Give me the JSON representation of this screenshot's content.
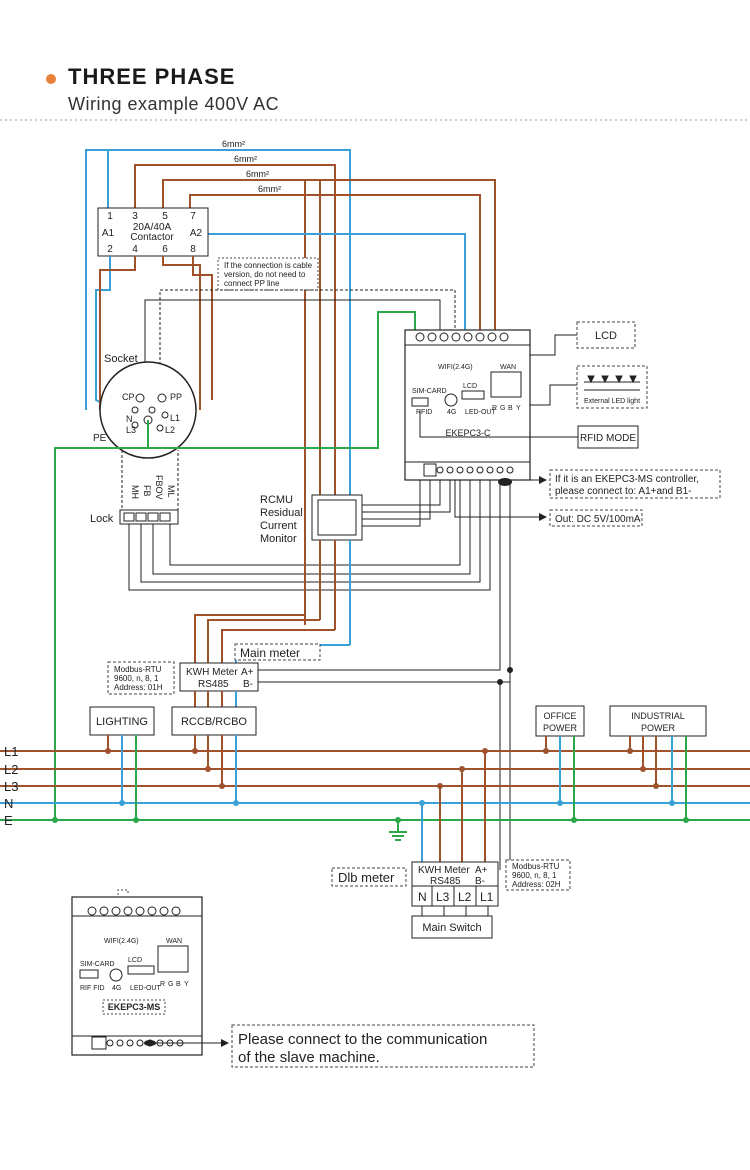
{
  "header": {
    "title": "THREE PHASE",
    "subtitle": "Wiring example 400V AC"
  },
  "colors": {
    "brown": "#a0522d",
    "blue": "#3aa0d8",
    "green": "#2aa84a",
    "black": "#222222",
    "accent": "#e8823a"
  },
  "cables": [
    "6mm²",
    "6mm²",
    "6mm²",
    "6mm²"
  ],
  "contactor": {
    "top_terminals": [
      "1",
      "3",
      "5",
      "7"
    ],
    "bottom_terminals": [
      "2",
      "4",
      "6",
      "8"
    ],
    "left_label": "A1",
    "right_label": "A2",
    "rating": "20A/40A",
    "name": "Contactor"
  },
  "pp_note": [
    "If the connection is cable",
    "version, do not need to",
    "connect PP line"
  ],
  "socket": {
    "label": "Socket",
    "pe": "PE",
    "pins": [
      "CP",
      "PP",
      "N",
      "L1",
      "L3",
      "L2"
    ]
  },
  "lock": {
    "label": "Lock",
    "pins": [
      "MH",
      "FB",
      "FBOV",
      "ML"
    ]
  },
  "rcmu": [
    "RCMU",
    "Residual",
    "Current",
    "Monitor"
  ],
  "controller": {
    "wifi": "WIFI(2.4G)",
    "wan": "WAN",
    "sim": "SIM-CARD",
    "lcd": "LCD",
    "g4": "4G",
    "rfid": "RFID",
    "led_out": "LED-OUT",
    "leds": [
      "R",
      "G",
      "B",
      "Y"
    ],
    "name": "EKEPC3-C"
  },
  "side_boxes": {
    "lcd": "LCD",
    "external_led": "External LED light",
    "rfid_mode": "RFID MODE"
  },
  "notes": {
    "ms_note": [
      "If it is an EKEPC3-MS controller,",
      "please connect to: A1+and B1-"
    ],
    "out_dc": "Out: DC 5V/100mA"
  },
  "main_meter": {
    "label": "Main meter",
    "line1": "KWH Meter",
    "line2": "RS485",
    "a": "A+",
    "b": "B-",
    "modbus": [
      "Modbus-RTU",
      "9600, n, 8, 1",
      "Address: 01H"
    ]
  },
  "loads": {
    "lighting": "LIGHTING",
    "rccb": "RCCB/RCBO",
    "office": [
      "OFFICE",
      "POWER"
    ],
    "industrial": [
      "INDUSTRIAL",
      "POWER"
    ]
  },
  "bus_labels": [
    "L1",
    "L2",
    "L3",
    "N",
    "E"
  ],
  "dlb_meter": {
    "label": "Dlb meter",
    "line1": "KWH Meter",
    "line2": "RS485",
    "a": "A+",
    "b": "B-",
    "modbus": [
      "Modbus-RTU",
      "9600, n, 8, 1",
      "Address: 02H"
    ],
    "phases": [
      "N",
      "L3",
      "L2",
      "L1"
    ],
    "main_switch": "Main Switch"
  },
  "slave": {
    "wifi": "WIFI(2.4G)",
    "wan": "WAN",
    "sim": "SIM-CARD",
    "lcd": "LCD",
    "g4": "4G",
    "rfid": "RIF FID",
    "led_out": "LED-OUT",
    "leds": [
      "R",
      "G",
      "B",
      "Y"
    ],
    "name": "EKEPC3-MS",
    "note": [
      "Please connect to the communication",
      "of the slave machine."
    ]
  }
}
